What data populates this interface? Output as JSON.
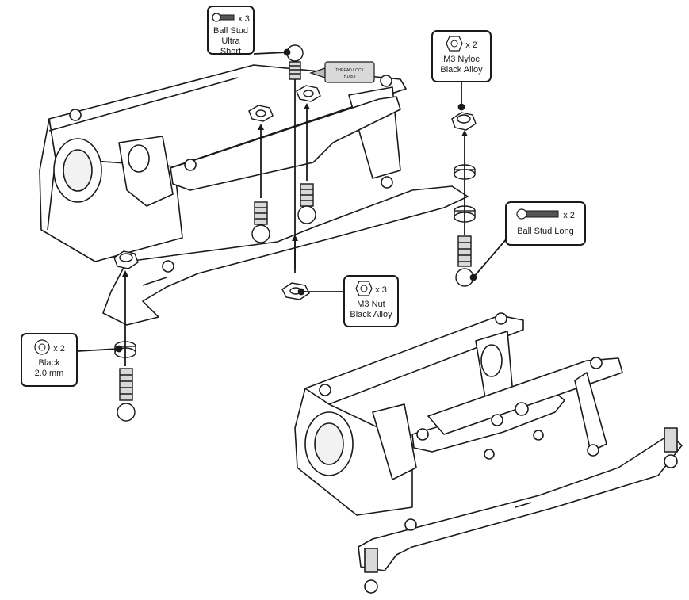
{
  "colors": {
    "line": "#1a1a1a",
    "part_fill": "#ffffff",
    "shade": "#d9d9d9",
    "tube": "#bdbdbd"
  },
  "callouts": {
    "ball_stud_ultra_short": {
      "qty": "x 3",
      "name_line1": "Ball Stud Ultra",
      "name_line2": "Short",
      "icon": "ball-stud-icon"
    },
    "nyloc": {
      "qty": "x 2",
      "name_line1": "M3 Nyloc",
      "name_line2": "Black Alloy",
      "icon": "hex-nut-icon"
    },
    "ball_stud_long": {
      "qty": "x 2",
      "name_line1": "Ball Stud Long",
      "icon": "long-ball-stud-icon"
    },
    "m3_nut": {
      "qty": "x 3",
      "name_line1": "M3 Nut",
      "name_line2": "Black Alloy",
      "icon": "hex-nut-icon"
    },
    "spacer": {
      "qty": "x 2",
      "name_line1": "Black",
      "name_line2": "2.0 mm",
      "icon": "washer-icon"
    }
  },
  "thread_lock": {
    "line1": "THREAD LOCK",
    "line2": "H1059"
  }
}
